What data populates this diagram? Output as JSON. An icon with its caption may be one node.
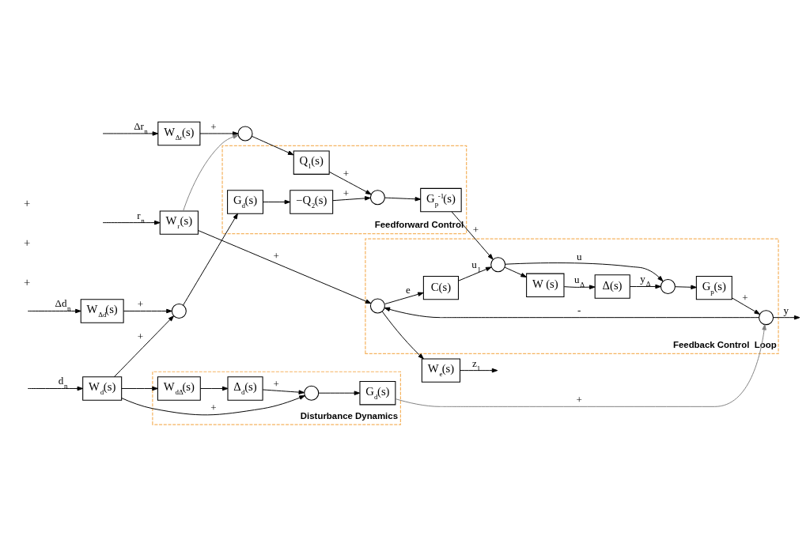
{
  "diagram": {
    "nodes": [
      {
        "text": [
          "Feedforward Control"
        ]
      },
      {
        "text": [
          "W$_{Δr}$(s)"
        ]
      },
      {
        "text": [],
        "shape": "circle"
      },
      {
        "text": [
          "Q$_{1}$(s)"
        ],
        "in": 0
      },
      {
        "text": [],
        "shape": "circle",
        "in": 0
      },
      {
        "text": [
          "−Q$_{2}$(s)"
        ],
        "in": 0
      },
      {
        "text": [
          "G$_{d}$(s)"
        ],
        "in": 0
      },
      {
        "text": [
          "G$_{p}$$^{-1}$(s)"
        ],
        "in": 0
      },
      {
        "text": [],
        "shape": "circle"
      },
      {
        "text": [
          "W$_{Δd}$(s)"
        ]
      },
      {
        "text": [
          "Disturbance Dynamics"
        ]
      },
      {
        "text": [
          "Δ$_{d}$(s)"
        ],
        "in": 10
      },
      {
        "text": [
          "W$_{dΔ}$(s)"
        ],
        "in": 10
      },
      {
        "text": [],
        "shape": "circle",
        "in": 10
      },
      {
        "text": [
          "G$_{d}$(s)"
        ],
        "in": 10
      },
      {
        "text": [
          "W$_{d}$(s)"
        ]
      },
      {
        "text": [
          "W$_{e}$(s)"
        ]
      },
      {
        "text": [
          "W$_{r}$(s)"
        ]
      },
      {
        "text": [
          "Feedback Control  Loop"
        ]
      },
      {
        "text": [],
        "shape": "circle",
        "in": 18
      },
      {
        "text": [
          "C(s)"
        ],
        "in": 18
      },
      {
        "text": [],
        "shape": "circle",
        "in": 18
      },
      {
        "text": [
          "W (s)"
        ],
        "in": 18
      },
      {
        "text": [
          "Δ(s)"
        ],
        "in": 18
      },
      {
        "text": [],
        "shape": "circle",
        "in": 18
      },
      {
        "text": [
          "G$_{p}$(s)"
        ],
        "in": 18
      },
      {
        "text": [],
        "shape": "circle",
        "in": 18
      }
    ],
    "edges": [
      {
        "from": null,
        "to": 1,
        "arrow": "to",
        "label": "Δr$_{n}$"
      },
      {
        "from": 1,
        "to": 2,
        "arrow": "to",
        "label": "+"
      },
      {
        "from": 2,
        "to": 3,
        "arrow": "to"
      },
      {
        "from": 3,
        "to": 4,
        "arrow": "to",
        "label": "+"
      },
      {
        "from": 5,
        "to": 4,
        "arrow": "to",
        "label": "+"
      },
      {
        "from": 6,
        "to": 5,
        "arrow": "to"
      },
      {
        "from": 8,
        "to": 6,
        "arrow": "to"
      },
      {
        "from": 9,
        "to": 8,
        "arrow": "to",
        "label": "+"
      },
      {
        "from": null,
        "to": 9,
        "arrow": "to",
        "label": "Δd$_{n}$"
      },
      {
        "from": 15,
        "to": 8,
        "arrow": "to",
        "label": "+"
      },
      {
        "from": 4,
        "to": 7,
        "arrow": "to"
      },
      {
        "from": 7,
        "to": 21,
        "arrow": "to",
        "label": "+"
      },
      {
        "from": null,
        "to": 15,
        "arrow": "to",
        "label": "d$_{n}$"
      },
      {
        "from": 15,
        "to": 12,
        "arrow": "to"
      },
      {
        "from": 15,
        "to": 13,
        "arrow": "to",
        "label": "+"
      },
      {
        "from": 12,
        "to": 11,
        "arrow": "to"
      },
      {
        "from": 11,
        "to": 13,
        "arrow": "to",
        "label": "+"
      },
      {
        "from": 13,
        "to": 14,
        "arrow": "to"
      },
      {
        "from": 14,
        "to": 26,
        "arrow": "to",
        "label": "+",
        "color": "#808080"
      },
      {
        "from": 17,
        "to": 2,
        "arrow": "to",
        "color": "#808080"
      },
      {
        "from": null,
        "to": 17,
        "arrow": "to",
        "label": "r$_{n}$"
      },
      {
        "from": 17,
        "to": 19,
        "arrow": "to",
        "label": "+"
      },
      {
        "from": 19,
        "to": 20,
        "arrow": "to",
        "label": "e"
      },
      {
        "from": 19,
        "to": 16,
        "arrow": "to"
      },
      {
        "from": 16,
        "to": null,
        "arrow": "to",
        "label": "z$_{1}$"
      },
      {
        "from": 20,
        "to": 21,
        "arrow": "to",
        "label": "u$_{1}$"
      },
      {
        "from": 21,
        "to": 24,
        "arrow": "to",
        "label": "u"
      },
      {
        "from": 21,
        "to": 22,
        "arrow": "to"
      },
      {
        "from": 22,
        "to": 23,
        "arrow": "to",
        "label": "u$_{Δ}$"
      },
      {
        "from": 23,
        "to": 24,
        "arrow": "to",
        "label": "y$_{Δ}$"
      },
      {
        "from": 24,
        "to": 25,
        "arrow": "to"
      },
      {
        "from": 25,
        "to": 26,
        "arrow": "to",
        "label": "+"
      },
      {
        "from": 26,
        "to": 19,
        "arrow": "to",
        "label": "-"
      },
      {
        "from": 26,
        "to": null,
        "arrow": "to",
        "label": "y"
      }
    ],
    "labels": [
      "+",
      "+",
      "+"
    ]
  }
}
